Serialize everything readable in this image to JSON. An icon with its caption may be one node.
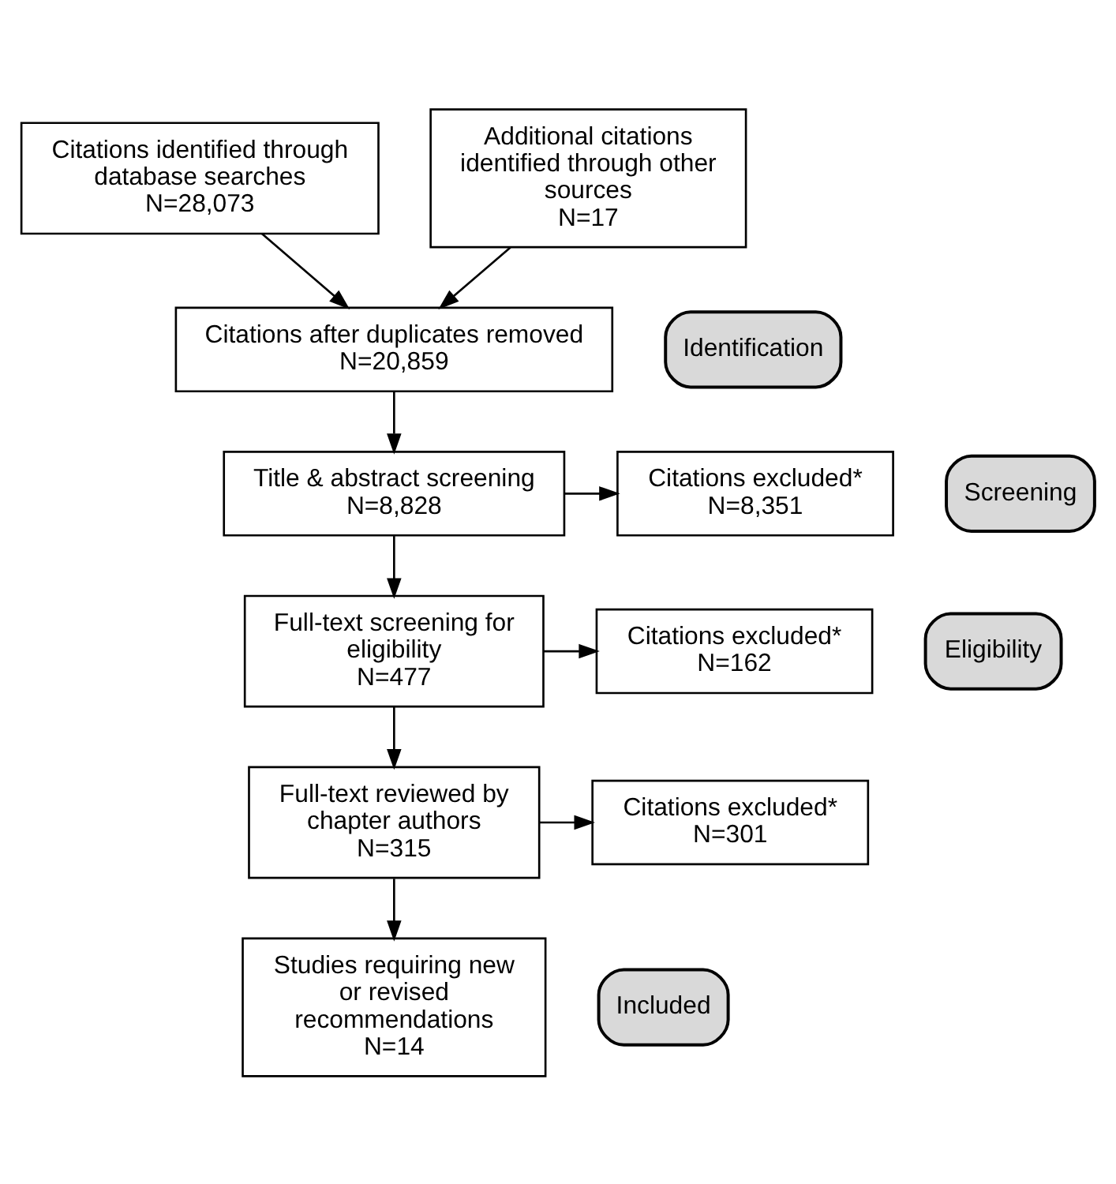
{
  "diagram": {
    "nodes": [
      {
        "text": [
          "Identification"
        ]
      },
      {
        "text": [
          "Citations identified through database searches",
          "N=28,073"
        ]
      },
      {
        "text": [
          "Additional citations identified through other sources",
          "N=17"
        ]
      },
      {
        "text": [
          "Citations after duplicates removed",
          "N=20,859"
        ]
      },
      {
        "text": [
          "Screening"
        ]
      },
      {
        "text": [
          "Title & abstract screening",
          "N=8,828"
        ]
      },
      {
        "text": [
          "Citations excluded*",
          "N=8,351"
        ]
      },
      {
        "text": [
          "Eligibility"
        ]
      },
      {
        "text": [
          "Full-text screening for eligibility",
          "N=477"
        ]
      },
      {
        "text": [
          "Citations excluded*",
          "N=162"
        ]
      },
      {
        "text": [
          "Full-text reviewed by chapter authors",
          "N=315"
        ]
      },
      {
        "text": [
          "Citations excluded*",
          "N=301"
        ]
      },
      {
        "text": [
          "Included"
        ]
      },
      {
        "text": [
          "Studies requiring new or revised recommendations",
          "N=14"
        ]
      }
    ],
    "edges": [
      {
        "from": 1,
        "to": 3,
        "arrow": "to"
      },
      {
        "from": 2,
        "to": 3,
        "arrow": "to"
      },
      {
        "from": 3,
        "to": 5,
        "arrow": "to"
      },
      {
        "from": 5,
        "to": 6,
        "arrow": "to"
      },
      {
        "from": 5,
        "to": 8,
        "arrow": "to"
      },
      {
        "from": 8,
        "to": 9,
        "arrow": "to"
      },
      {
        "from": 8,
        "to": 10,
        "arrow": "to"
      },
      {
        "from": 10,
        "to": 11,
        "arrow": "to"
      },
      {
        "from": 10,
        "to": 13,
        "arrow": "to"
      }
    ]
  }
}
